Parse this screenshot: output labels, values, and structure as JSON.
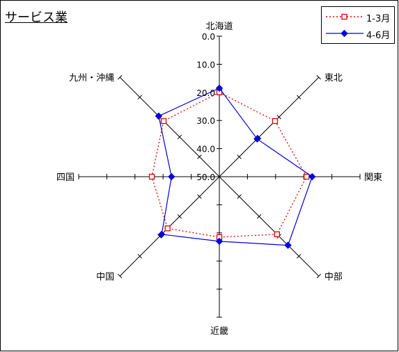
{
  "chart_data": {
    "type": "radar",
    "title": "サービス業",
    "axes": [
      "北海道",
      "東北",
      "関東",
      "中部",
      "近畿",
      "中国",
      "四国",
      "九州・沖縄"
    ],
    "rlim": [
      0,
      50
    ],
    "r_ticks": [
      "0.0",
      "10.0",
      "20.0",
      "30.0",
      "40.0",
      "50.0"
    ],
    "r_reversed": true,
    "grid": false,
    "legend_position": "top-right",
    "series": [
      {
        "name": "1-3月",
        "values": [
          20.0,
          22.0,
          19.0,
          21.0,
          28.5,
          24.0,
          26.0,
          22.0
        ],
        "color": "#e00000",
        "marker": "square-open",
        "line": "dotted"
      },
      {
        "name": "4-6月",
        "values": [
          18.5,
          31.0,
          17.0,
          15.5,
          27.0,
          21.0,
          33.0,
          19.5
        ],
        "color": "#0000e0",
        "marker": "diamond-filled",
        "line": "solid"
      }
    ]
  }
}
